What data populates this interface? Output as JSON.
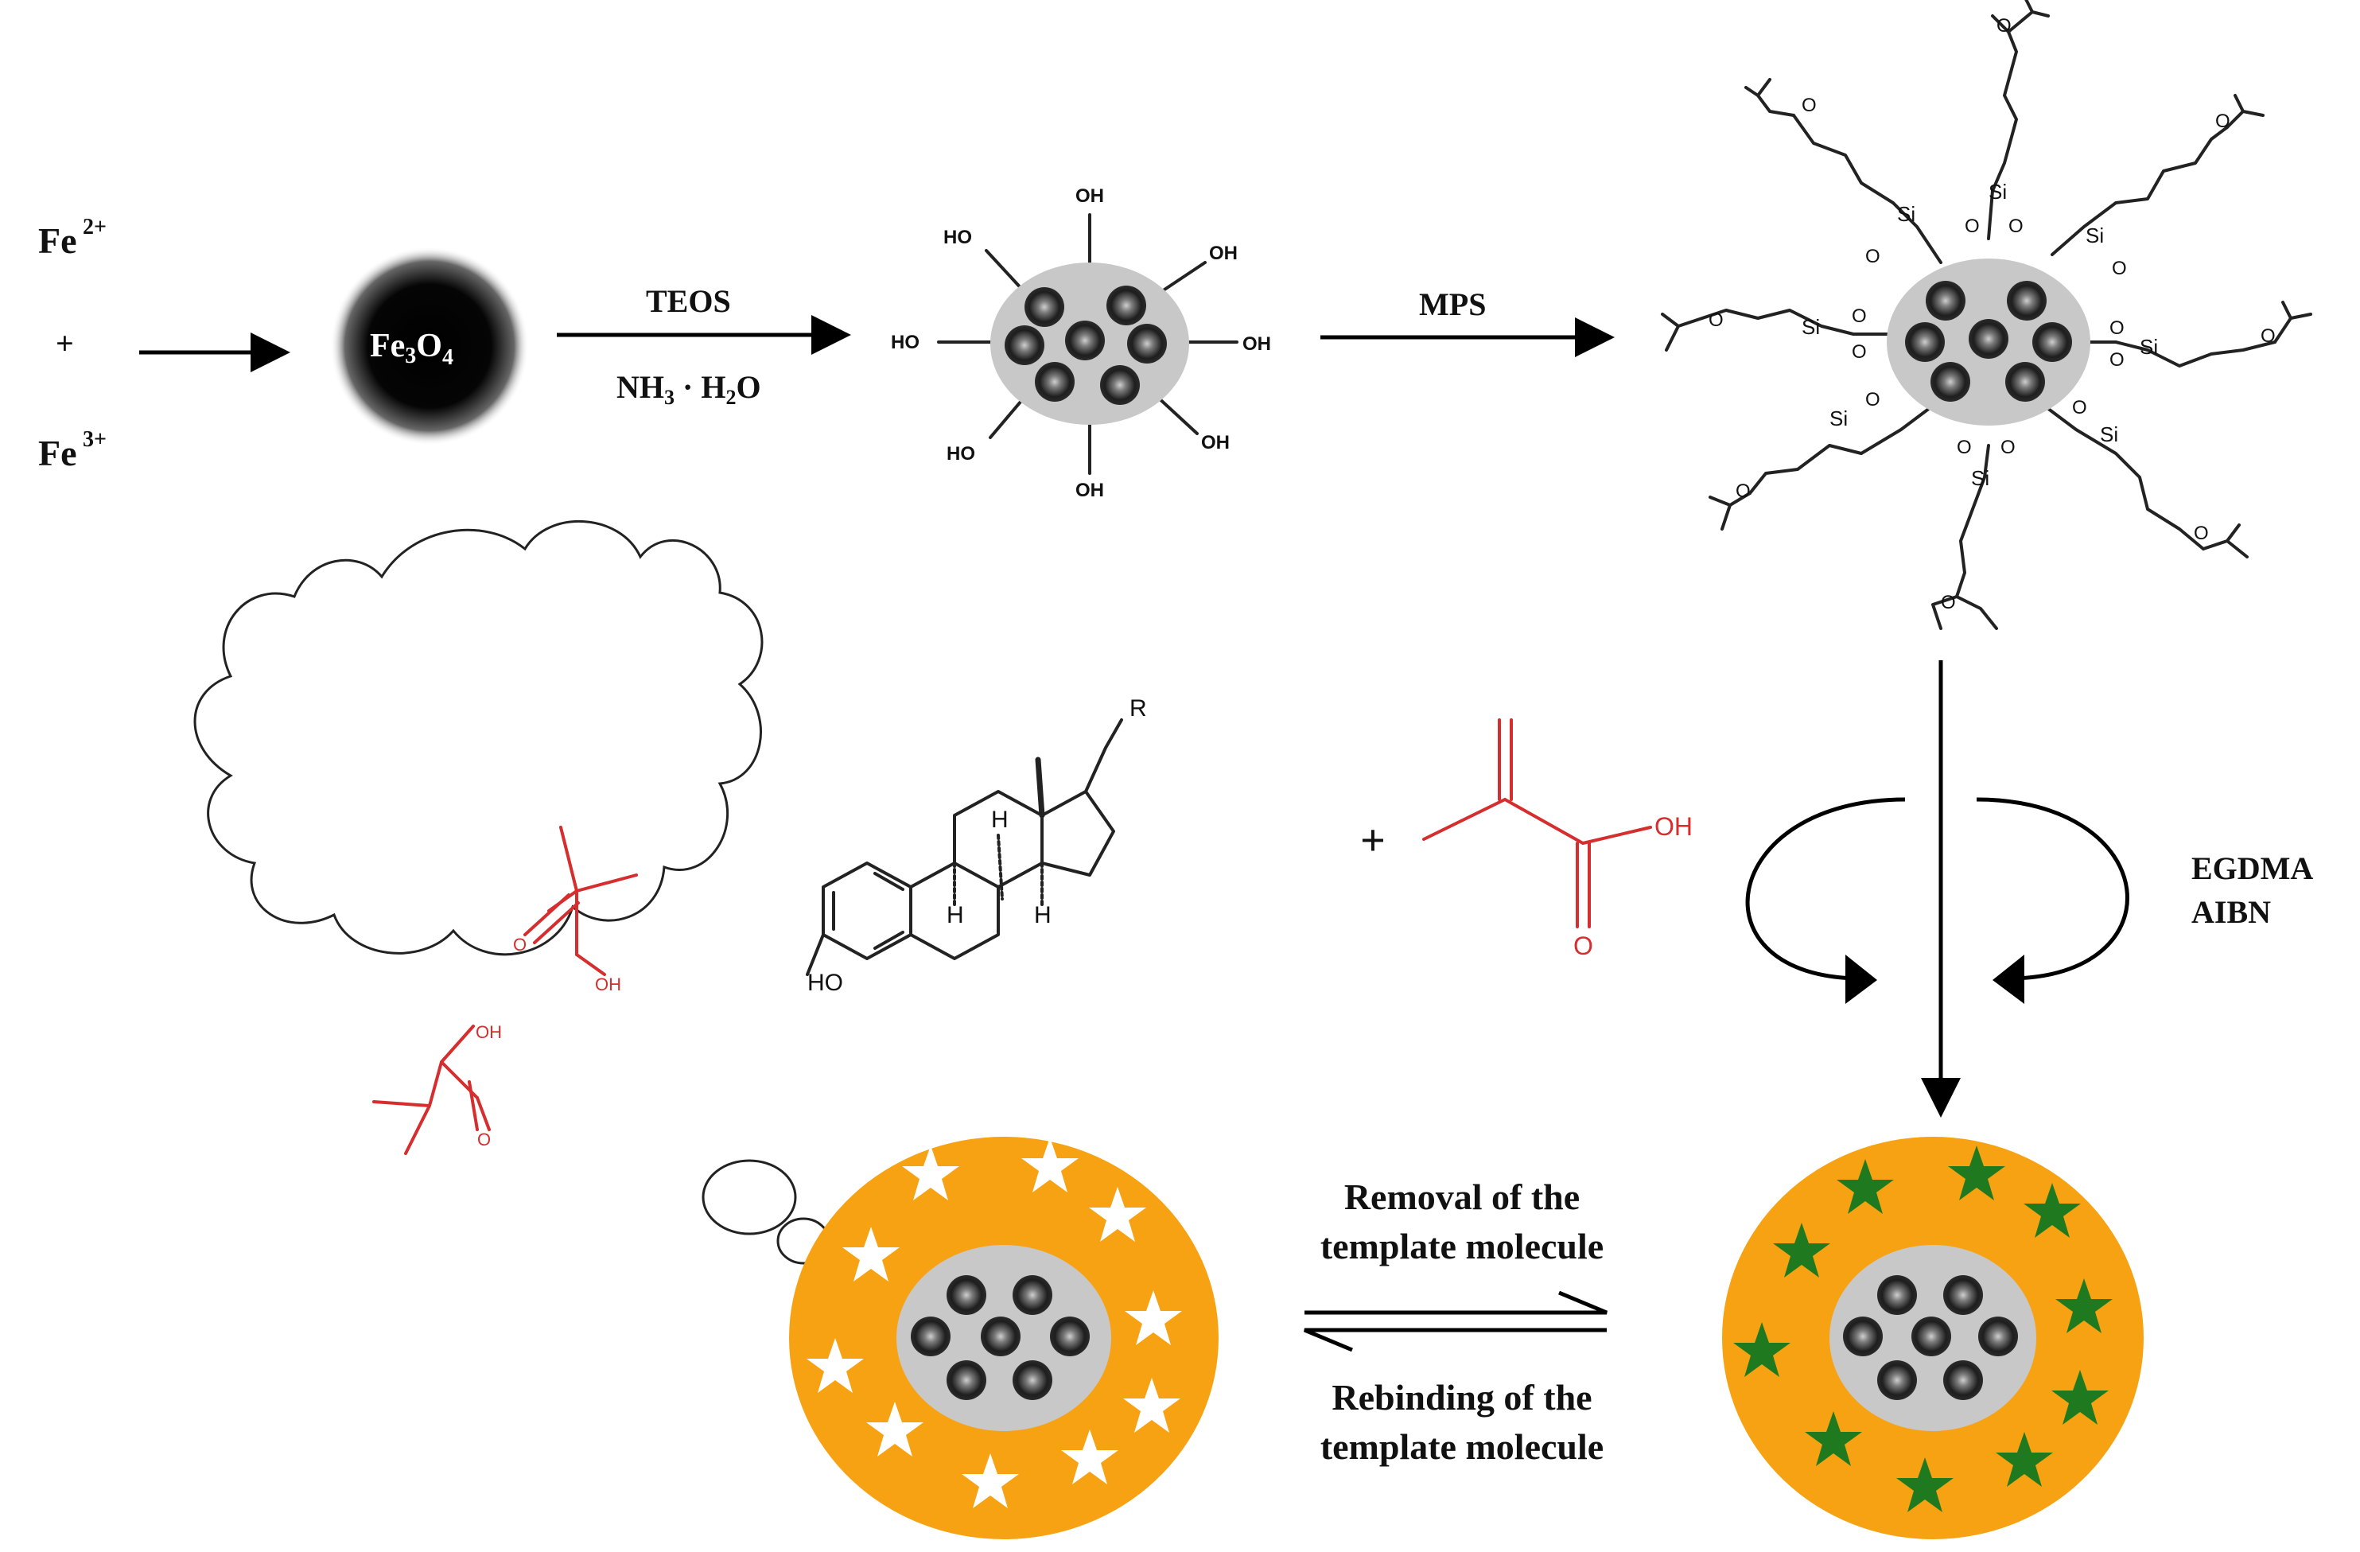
{
  "labels": {
    "fe2": "Fe",
    "fe2_charge": "2+",
    "plus_sign": "+",
    "fe3": "Fe",
    "fe3_charge": "3+",
    "magnetite_fe": "Fe",
    "magnetite_3": "3",
    "magnetite_o": "O",
    "magnetite_4": "4",
    "teos": "TEOS",
    "nh3_a": "NH",
    "nh3_sub": "3",
    "nh3_b": " · H",
    "nh3_sub2": "2",
    "nh3_c": "O",
    "mps": "MPS",
    "egdma": "EGDMA",
    "aibn": "AIBN",
    "removal_line1": "Removal of the",
    "removal_line2": "template molecule",
    "rebinding_line1": "Rebinding of the",
    "rebinding_line2": "template molecule",
    "plus_reagents": "+"
  },
  "chem": {
    "oh": "OH",
    "ho": "HO",
    "o": "O",
    "si": "Si",
    "h": "H",
    "r": "R"
  },
  "colors": {
    "shell": "#f7a212",
    "silica": "#c8c8c8",
    "core": "#2a2a2a",
    "imprinted_star": "#1f7a1f",
    "empty_star": "#ffffff",
    "monomer": "#d62e2e"
  },
  "icons": {
    "arrow": "arrow-right-icon",
    "equilibrium": "equilibrium-arrows-icon",
    "cycle": "circular-arrow-icon",
    "thought": "thought-bubble-icon"
  }
}
